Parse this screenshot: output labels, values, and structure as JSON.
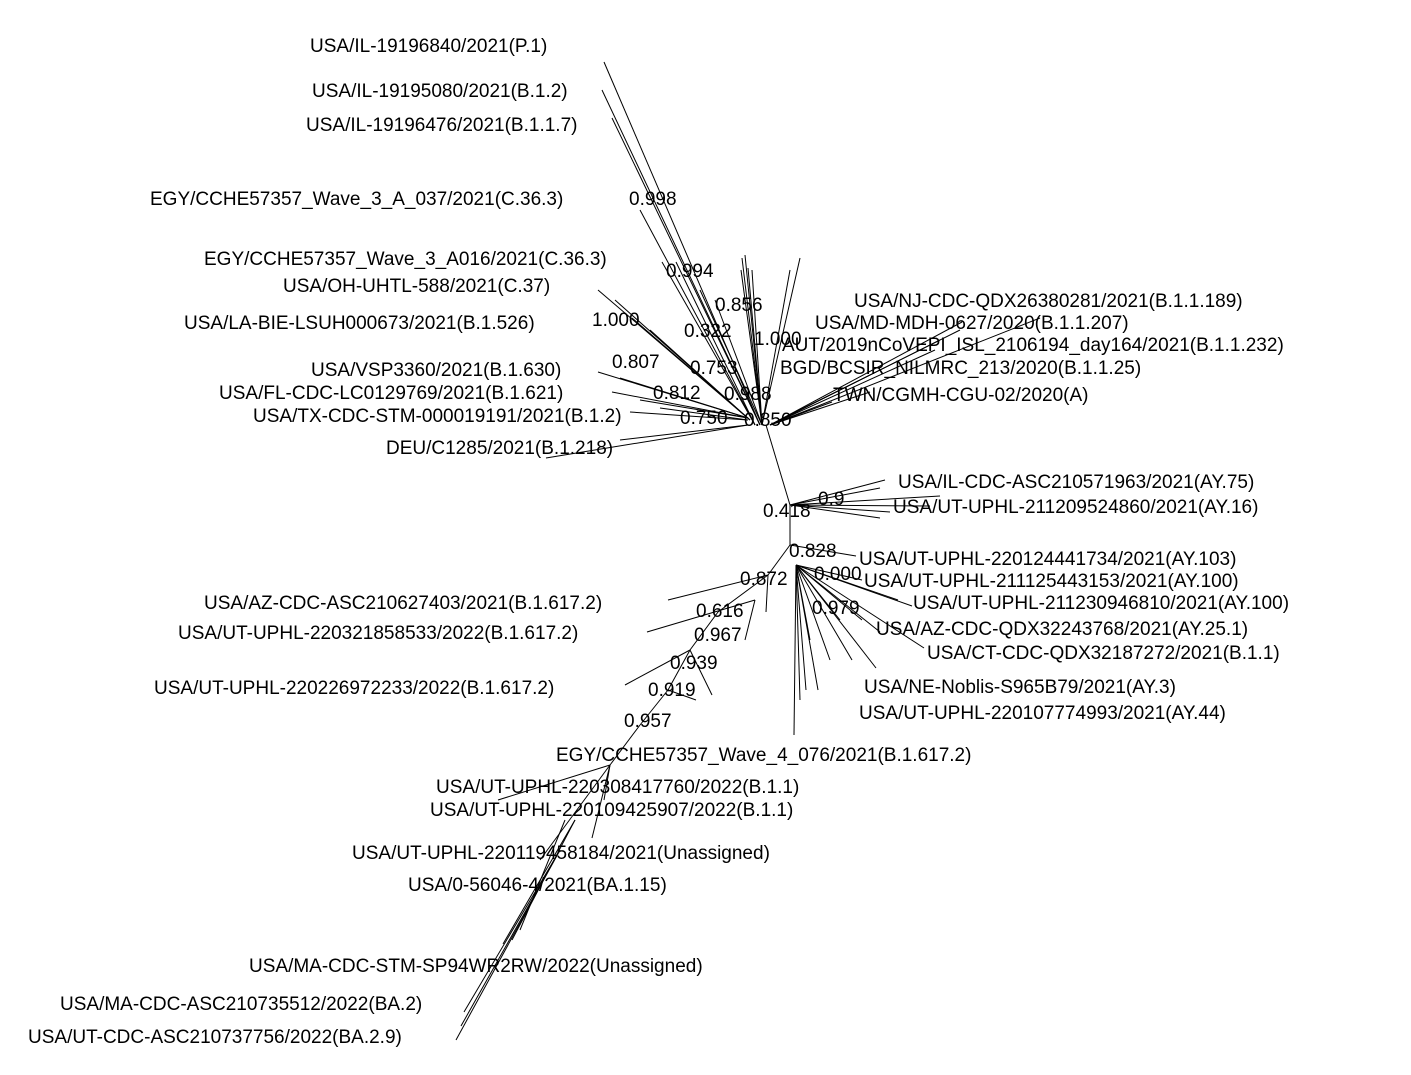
{
  "tree": {
    "style": {
      "line_color": "#000000",
      "text_color": "#000000",
      "background": "#ffffff"
    },
    "taxa": {
      "t01": "USA/IL-19196840/2021(P.1)",
      "t02": "USA/IL-19195080/2021(B.1.2)",
      "t03": "USA/IL-19196476/2021(B.1.1.7)",
      "t04": "EGY/CCHE57357_Wave_3_A_037/2021(C.36.3)",
      "t05": "EGY/CCHE57357_Wave_3_A016/2021(C.36.3)",
      "t06": "USA/OH-UHTL-588/2021(C.37)",
      "t07": "USA/LA-BIE-LSUH000673/2021(B.1.526)",
      "t08": "USA/VSP3360/2021(B.1.630)",
      "t09": "USA/FL-CDC-LC0129769/2021(B.1.621)",
      "t10": "USA/TX-CDC-STM-000019191/2021(B.1.2)",
      "t11": "DEU/C1285/2021(B.1.218)",
      "t12": "USA/NJ-CDC-QDX26380281/2021(B.1.1.189)",
      "t13": "USA/MD-MDH-0627/2020(B.1.1.207)",
      "t14": "AUT/2019nCoVEPI_ISL_2106194_day164/2021(B.1.1.232)",
      "t15": "BGD/BCSIR_NILMRC_213/2020(B.1.1.25)",
      "t16": "TWN/CGMH-CGU-02/2020(A)",
      "t17": "USA/IL-CDC-ASC210571963/2021(AY.75)",
      "t18": "USA/UT-UPHL-211209524860/2021(AY.16)",
      "t19": "USA/UT-UPHL-220124441734/2021(AY.103)",
      "t20": "USA/UT-UPHL-211125443153/2021(AY.100)",
      "t21": "USA/UT-UPHL-211230946810/2021(AY.100)",
      "t22": "USA/AZ-CDC-QDX32243768/2021(AY.25.1)",
      "t23": "USA/CT-CDC-QDX32187272/2021(B.1.1)",
      "t24": "USA/NE-Noblis-S965B79/2021(AY.3)",
      "t25": "USA/UT-UPHL-220107774993/2021(AY.44)",
      "t26": "USA/AZ-CDC-ASC210627403/2021(B.1.617.2)",
      "t27": "USA/UT-UPHL-220321858533/2022(B.1.617.2)",
      "t28": "USA/UT-UPHL-220226972233/2022(B.1.617.2)",
      "t29": "EGY/CCHE57357_Wave_4_076/2021(B.1.617.2)",
      "t30": "USA/UT-UPHL-220308417760/2022(B.1.1)",
      "t31": "USA/UT-UPHL-220109425907/2022(B.1.1)",
      "t32": "USA/UT-UPHL-220119458184/2021(Unassigned)",
      "t33": "USA/0-56046-4/2021(BA.1.15)",
      "t34": "USA/MA-CDC-STM-SP94WR2RW/2022(Unassigned)",
      "t35": "USA/MA-CDC-ASC210735512/2022(BA.2)",
      "t36": "USA/UT-CDC-ASC210737756/2022(BA.2.9)"
    },
    "support": {
      "s01": "0.998",
      "s02": "0.994",
      "s03": "0.856",
      "s04": "0.322",
      "s05": "1.000",
      "s06": "1.000",
      "s07": "0.807",
      "s08": "0.753",
      "s09": "0.988",
      "s10": "0.812",
      "s11": "0.750",
      "s12": "0.850",
      "s13": "0.418",
      "s14": "0.9",
      "s15": "0.828",
      "s16": "0.872",
      "s17": "0.000",
      "s18": "0.979",
      "s19": "0.616",
      "s20": "0.967",
      "s21": "0.939",
      "s22": "0.919",
      "s23": "0.957"
    }
  }
}
